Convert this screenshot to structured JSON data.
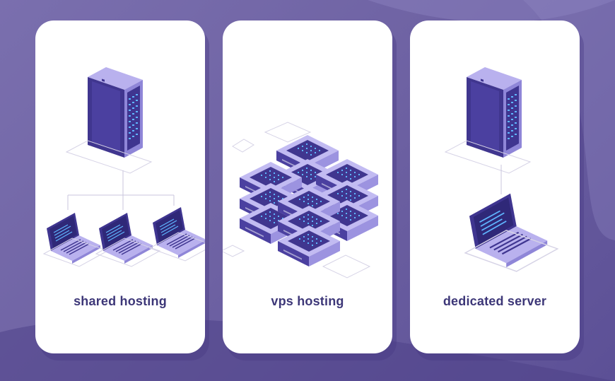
{
  "cards": [
    {
      "label": "shared hosting"
    },
    {
      "label": "vps hosting"
    },
    {
      "label": "dedicated server"
    }
  ],
  "colors": {
    "card_bg": "#ffffff",
    "label": "#3d3778",
    "device_dark": "#3f3590",
    "device_light": "#b8b0ee",
    "accent_blue": "#4aa6ff"
  },
  "icons": [
    "server-tower-icon",
    "laptop-icon",
    "server-stack-icon"
  ]
}
